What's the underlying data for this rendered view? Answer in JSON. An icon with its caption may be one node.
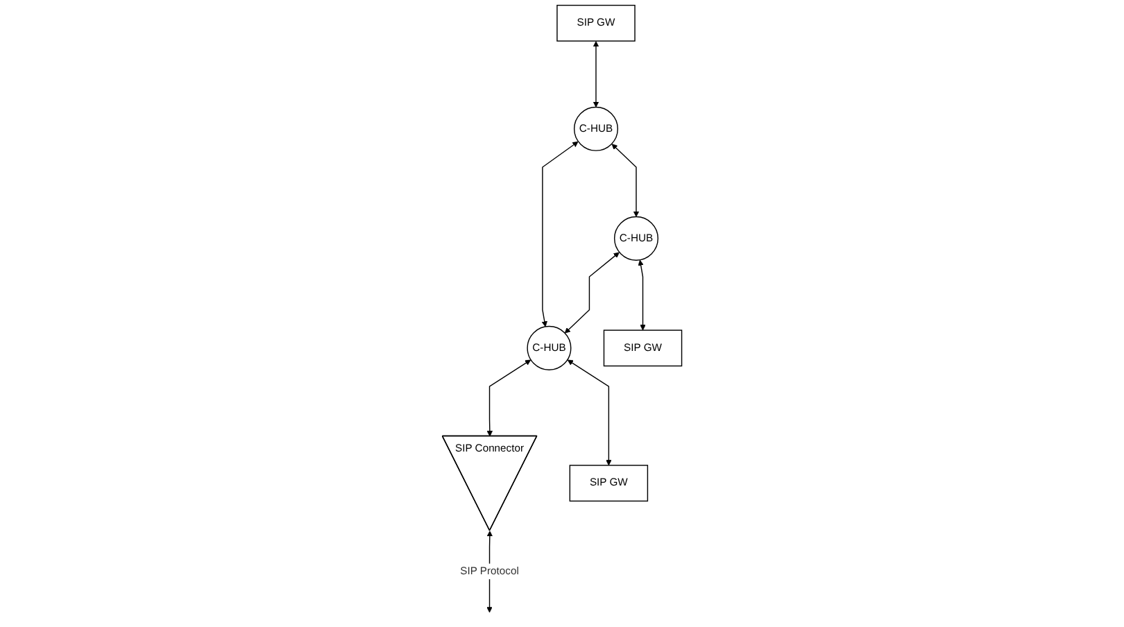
{
  "diagram": {
    "nodes": [
      {
        "text": [
          "SIP GW"
        ]
      },
      {
        "text": [
          "C-HUB"
        ]
      },
      {
        "text": [
          "SIP Connector"
        ]
      },
      {
        "text": [
          "C-HUB"
        ]
      },
      {
        "text": [
          "C-HUB"
        ]
      },
      {
        "text": [
          "SIP GW"
        ]
      },
      {
        "text": [
          "SIP GW"
        ]
      }
    ],
    "edges": [
      {
        "from": 0,
        "to": 1,
        "arrow": "both"
      },
      {
        "from": 1,
        "to": 3,
        "arrow": "both"
      },
      {
        "from": 1,
        "to": 4,
        "arrow": "both"
      },
      {
        "from": 3,
        "to": 4,
        "arrow": "both"
      },
      {
        "from": 4,
        "to": 2,
        "arrow": "both"
      },
      {
        "from": 2,
        "to": null,
        "arrow": "both",
        "label": "SIP Protocol"
      },
      {
        "from": 3,
        "to": 5,
        "arrow": "both"
      },
      {
        "from": 4,
        "to": 6,
        "arrow": "both"
      }
    ]
  }
}
